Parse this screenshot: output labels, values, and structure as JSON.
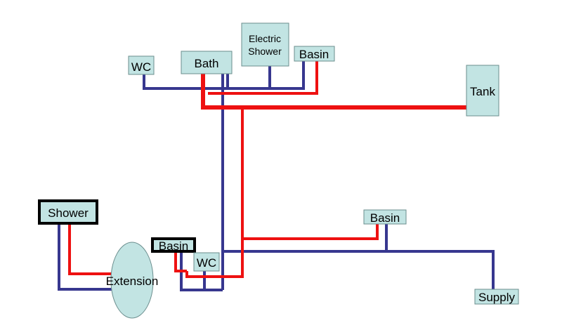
{
  "colors": {
    "fixture_fill": "#c2e4e3",
    "fixture_stroke": "#6b8e8e",
    "hot_pipe": "#ee1111",
    "cold_pipe": "#37378f",
    "bold_outline": "#000000"
  },
  "fixtures": {
    "wc_upstairs": "WC",
    "bath": "Bath",
    "electric_shower_line1": "Electric",
    "electric_shower_line2": "Shower",
    "basin_upstairs": "Basin",
    "tank": "Tank",
    "shower": "Shower",
    "extension": "Extension",
    "basin_downstairs": "Basin",
    "wc_downstairs": "WC",
    "basin_right": "Basin",
    "supply": "Supply"
  }
}
